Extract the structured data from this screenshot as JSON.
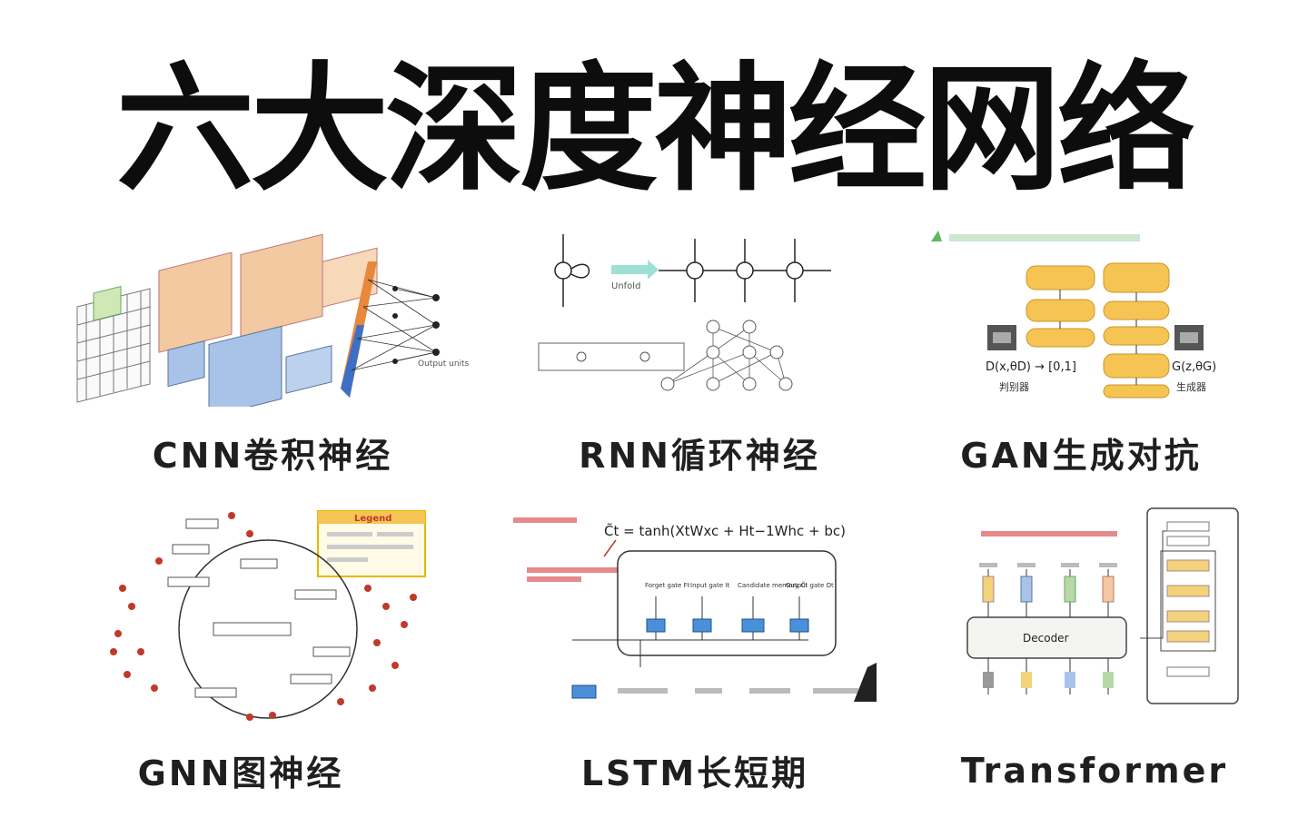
{
  "title": "六大深度神经网络",
  "cards": [
    {
      "label": "CNN卷积神经",
      "fig_text": {
        "output": "Output units"
      }
    },
    {
      "label": "RNN循环神经",
      "fig_text": {
        "unfold": "Unfold"
      }
    },
    {
      "label": "GAN生成对抗",
      "fig_text": {
        "d_eq": "D(x,θD) → [0,1]",
        "g_eq": "G(z,θG)",
        "d_cap": "判别器",
        "g_cap": "生成器"
      }
    },
    {
      "label": "GNN图神经",
      "fig_text": {
        "legend": "Legend"
      }
    },
    {
      "label": "LSTM长短期",
      "fig_text": {
        "eq": "C̃t = tanh(XtWxc + Ht−1Whc + bc)",
        "g1": "Forget gate Ft",
        "g2": "Input gate It",
        "g3": "Candidate memory C̃t",
        "g4": "Output gate Ot"
      }
    },
    {
      "label": "Transformer",
      "fig_text": {
        "decoder": "Decoder"
      }
    }
  ],
  "colors": {
    "cnn_orange": "#f3c9a1",
    "cnn_blue": "#a9c3e8",
    "gan_yellow": "#f6c453",
    "gnn_red": "#c0392b",
    "lstm_blue": "#4a90d9",
    "tf_yellow": "#f2d27a"
  }
}
